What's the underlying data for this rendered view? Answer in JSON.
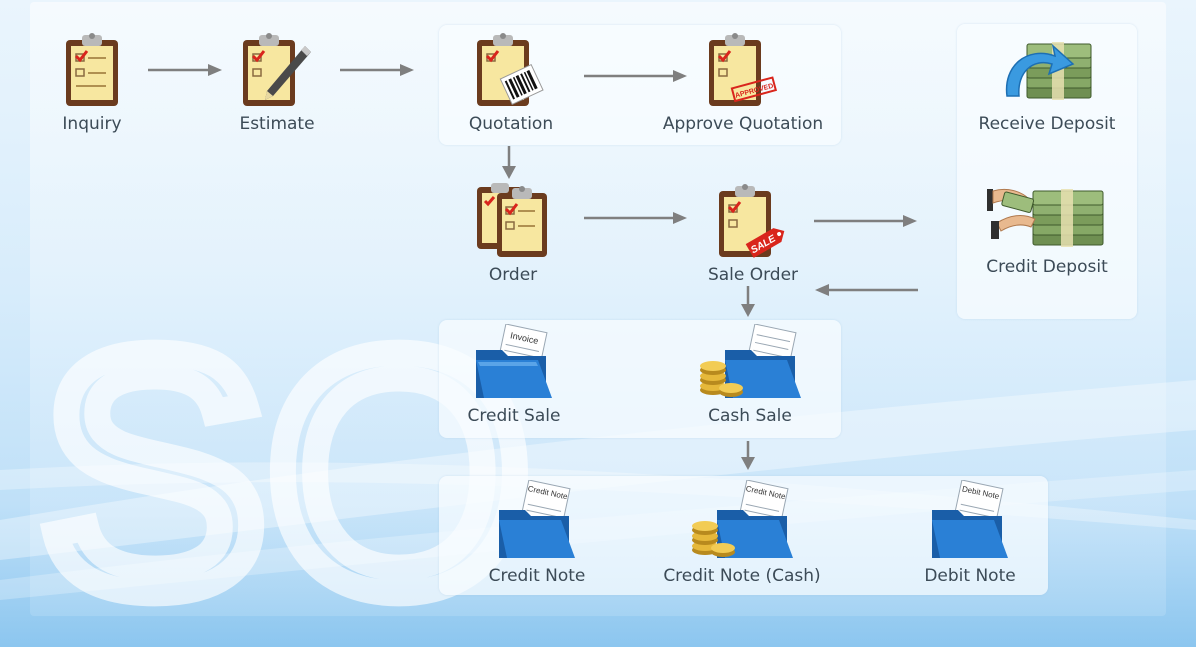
{
  "watermark": "SO",
  "nodes": {
    "inquiry": "Inquiry",
    "estimate": "Estimate",
    "quotation": "Quotation",
    "approve_quotation": "Approve Quotation",
    "receive_deposit": "Receive Deposit",
    "order": "Order",
    "sale_order": "Sale Order",
    "credit_deposit": "Credit Deposit",
    "credit_sale": "Credit Sale",
    "cash_sale": "Cash Sale",
    "credit_note": "Credit Note",
    "credit_note_cash": "Credit Note (Cash)",
    "debit_note": "Debit Note"
  },
  "icon_text": {
    "approved_stamp": "APPROVED",
    "sale_tag": "SALE",
    "invoice_doc": "Invoice",
    "credit_note_doc": "Credit Note",
    "debit_note_doc": "Debit Note"
  },
  "colors": {
    "arrow": "#7f7f7f",
    "label": "#3c4b57",
    "clipboard": "#6b3b1e",
    "folder": "#1f6fc4",
    "paper": "#f7e7a0"
  }
}
